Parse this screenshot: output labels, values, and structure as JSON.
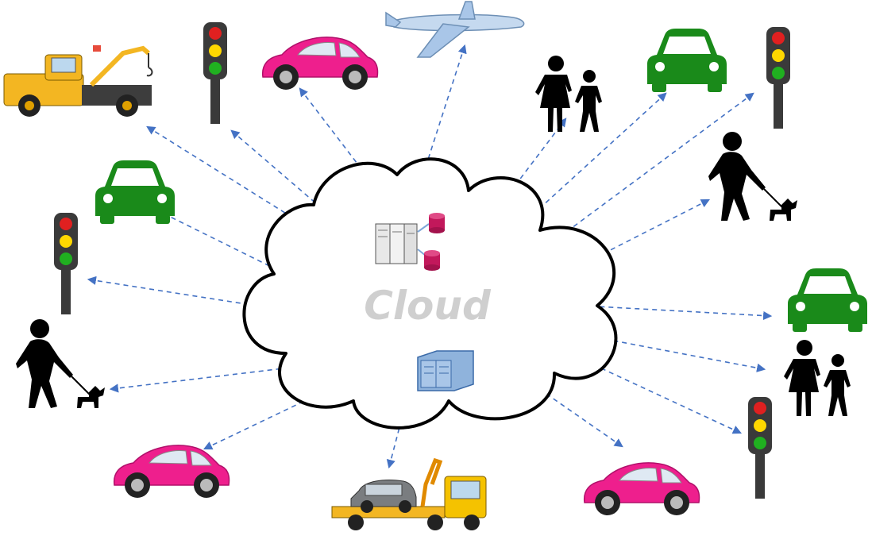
{
  "diagram": {
    "cloud_label": "Cloud",
    "colors": {
      "link": "#4472c4",
      "cloud_text": "#cfcfcf",
      "cloud_outline": "#000000",
      "pink_car": "#ee1f8d",
      "green_car": "#1a8a1a",
      "traffic_red": "#e02020",
      "traffic_yellow": "#ffd800",
      "traffic_green": "#20b020",
      "truck_yellow": "#f3b622",
      "plane": "#a9c6e8",
      "server_blue": "#8fb3dc",
      "database": "#c2185b"
    },
    "cloud_nodes": [
      {
        "id": "server-rack",
        "icon": "server-rack-icon"
      },
      {
        "id": "database-top",
        "icon": "database-icon"
      },
      {
        "id": "database-bottom",
        "icon": "database-icon"
      },
      {
        "id": "blue-server",
        "icon": "blue-server-icon"
      }
    ],
    "endpoints": [
      {
        "id": "tow-truck-top-left",
        "icon": "tow-truck-icon"
      },
      {
        "id": "traffic-light-top-left",
        "icon": "traffic-light-icon"
      },
      {
        "id": "pink-car-top",
        "icon": "pink-car-icon"
      },
      {
        "id": "airplane",
        "icon": "airplane-icon"
      },
      {
        "id": "pedestrians-top",
        "icon": "pedestrians-icon"
      },
      {
        "id": "green-car-top-right",
        "icon": "green-car-icon"
      },
      {
        "id": "traffic-light-top-right",
        "icon": "traffic-light-icon"
      },
      {
        "id": "dog-walker-right",
        "icon": "dog-walker-icon"
      },
      {
        "id": "green-car-right",
        "icon": "green-car-icon"
      },
      {
        "id": "pedestrians-right",
        "icon": "pedestrians-icon"
      },
      {
        "id": "traffic-light-bottom-right",
        "icon": "traffic-light-icon"
      },
      {
        "id": "pink-car-bottom-right",
        "icon": "pink-car-icon"
      },
      {
        "id": "flatbed-truck-bottom",
        "icon": "flatbed-truck-icon"
      },
      {
        "id": "pink-car-bottom-left",
        "icon": "pink-car-icon"
      },
      {
        "id": "dog-walker-left",
        "icon": "dog-walker-icon"
      },
      {
        "id": "traffic-light-left",
        "icon": "traffic-light-icon"
      },
      {
        "id": "green-car-left",
        "icon": "green-car-icon"
      }
    ]
  }
}
